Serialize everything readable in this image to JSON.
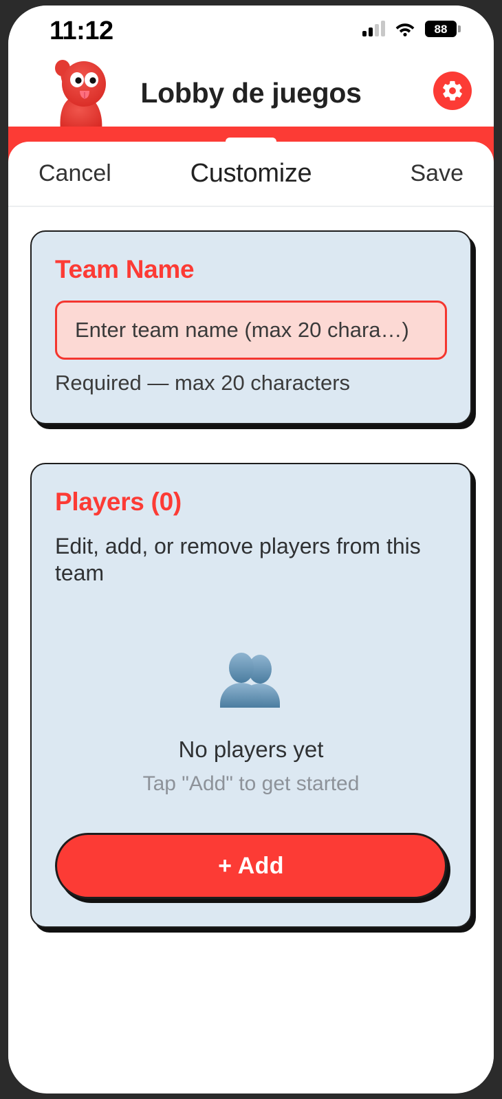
{
  "status_bar": {
    "time": "11:12",
    "battery_level": "88",
    "cellular_icon": "cellular-bars-icon",
    "wifi_icon": "wifi-icon",
    "battery_icon": "battery-icon"
  },
  "app_header": {
    "title": "Lobby de juegos",
    "mascot_icon": "mascot-avatar-icon",
    "settings_icon": "gear-icon"
  },
  "sheet": {
    "drag_handle": "drag-handle",
    "cancel_label": "Cancel",
    "title": "Customize",
    "save_label": "Save"
  },
  "team_name_card": {
    "title": "Team Name",
    "input_value": "",
    "input_placeholder": "Enter team name (max 20 chara…)",
    "hint": "Required — max 20 characters"
  },
  "players_card": {
    "title": "Players (0)",
    "description": "Edit, add, or remove players from this team",
    "player_count": 0,
    "empty_icon": "busts-in-silhouette-icon",
    "empty_title": "No players yet",
    "empty_subtitle": "Tap \"Add\" to get started",
    "add_label": "+ Add"
  },
  "colors": {
    "brand_red": "#fc3b35",
    "card_bg": "#dce8f2",
    "input_bg": "#fcd9d4",
    "border_dark": "#1d1d1d",
    "muted_text": "#8d9299"
  }
}
